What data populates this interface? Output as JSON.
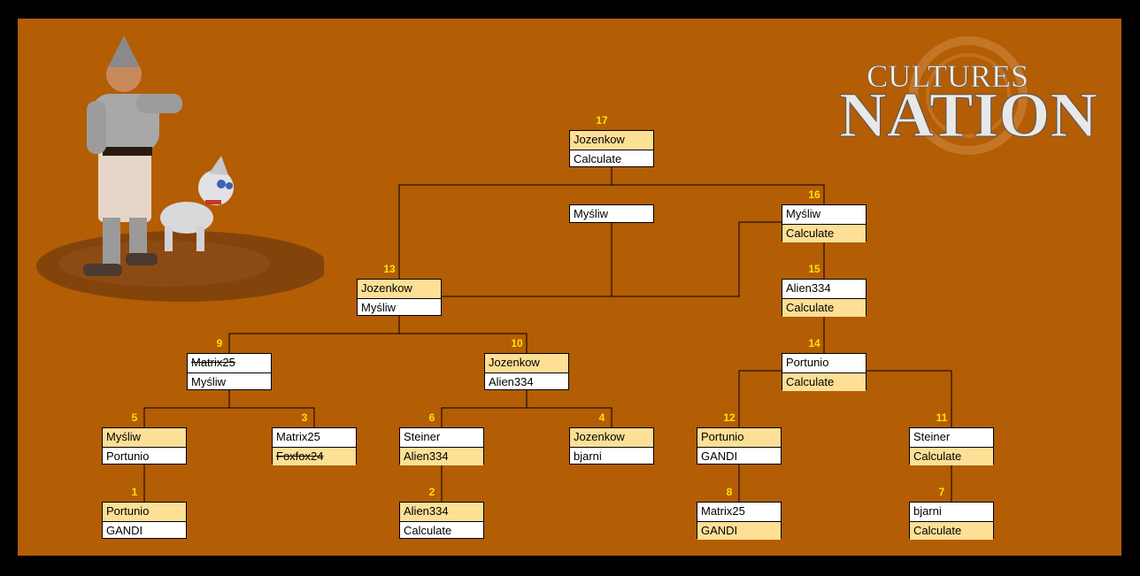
{
  "logo": {
    "line1": "CULTURES",
    "line2": "NATION"
  },
  "colors": {
    "background": "#b35d04",
    "highlight": "#fddf96",
    "number": "#ffe300"
  },
  "matches": [
    {
      "id": "m1",
      "number": "1",
      "slots": [
        {
          "name": "Portunio",
          "state": "winner"
        },
        {
          "name": "GANDI",
          "state": "normal"
        }
      ]
    },
    {
      "id": "m2",
      "number": "2",
      "slots": [
        {
          "name": "Alien334",
          "state": "winner"
        },
        {
          "name": "Calculate",
          "state": "normal"
        }
      ]
    },
    {
      "id": "m3",
      "number": "3",
      "slots": [
        {
          "name": "Matrix25",
          "state": "normal"
        },
        {
          "name": "Foxfox24",
          "state": "winner-struck"
        }
      ]
    },
    {
      "id": "m4",
      "number": "4",
      "slots": [
        {
          "name": "Jozenkow",
          "state": "winner"
        },
        {
          "name": "bjarni",
          "state": "normal"
        }
      ]
    },
    {
      "id": "m5",
      "number": "5",
      "slots": [
        {
          "name": "Myśliw",
          "state": "winner"
        },
        {
          "name": "Portunio",
          "state": "normal"
        }
      ]
    },
    {
      "id": "m6",
      "number": "6",
      "slots": [
        {
          "name": "Steiner",
          "state": "normal"
        },
        {
          "name": "Alien334",
          "state": "winner"
        }
      ]
    },
    {
      "id": "m7",
      "number": "7",
      "slots": [
        {
          "name": "bjarni",
          "state": "normal"
        },
        {
          "name": "Calculate",
          "state": "winner"
        }
      ]
    },
    {
      "id": "m8",
      "number": "8",
      "slots": [
        {
          "name": "Matrix25",
          "state": "normal"
        },
        {
          "name": "GANDI",
          "state": "winner"
        }
      ]
    },
    {
      "id": "m9",
      "number": "9",
      "slots": [
        {
          "name": "Matrix25",
          "state": "struck"
        },
        {
          "name": "Myśliw",
          "state": "normal"
        }
      ]
    },
    {
      "id": "m10",
      "number": "10",
      "slots": [
        {
          "name": "Jozenkow",
          "state": "winner"
        },
        {
          "name": "Alien334",
          "state": "normal"
        }
      ]
    },
    {
      "id": "m11",
      "number": "11",
      "slots": [
        {
          "name": "Steiner",
          "state": "normal"
        },
        {
          "name": "Calculate",
          "state": "winner"
        }
      ]
    },
    {
      "id": "m12",
      "number": "12",
      "slots": [
        {
          "name": "Portunio",
          "state": "winner"
        },
        {
          "name": "GANDI",
          "state": "normal"
        }
      ]
    },
    {
      "id": "m13",
      "number": "13",
      "slots": [
        {
          "name": "Jozenkow",
          "state": "winner"
        },
        {
          "name": "Myśliw",
          "state": "normal"
        }
      ]
    },
    {
      "id": "m14",
      "number": "14",
      "slots": [
        {
          "name": "Portunio",
          "state": "normal"
        },
        {
          "name": "Calculate",
          "state": "winner"
        }
      ]
    },
    {
      "id": "m15",
      "number": "15",
      "slots": [
        {
          "name": "Alien334",
          "state": "normal"
        },
        {
          "name": "Calculate",
          "state": "winner"
        }
      ]
    },
    {
      "id": "m16",
      "number": "16",
      "slots": [
        {
          "name": "Myśliw",
          "state": "normal"
        },
        {
          "name": "Calculate",
          "state": "winner"
        }
      ]
    },
    {
      "id": "m17",
      "number": "17",
      "slots": [
        {
          "name": "Jozenkow",
          "state": "winner"
        },
        {
          "name": "Calculate",
          "state": "normal"
        }
      ]
    }
  ],
  "third_place_entry": "Myśliw"
}
